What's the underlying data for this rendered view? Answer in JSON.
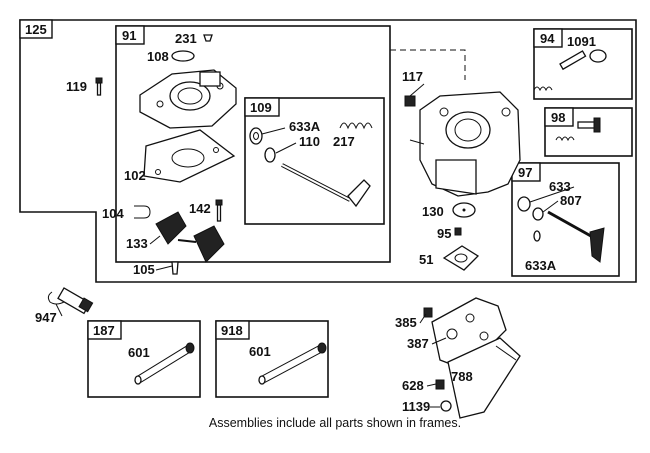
{
  "frames": {
    "f125": "125",
    "f91": "91",
    "f109": "109",
    "f94": "94",
    "f98": "98",
    "f97": "97",
    "f187": "187",
    "f918": "918"
  },
  "parts": {
    "p231": "231",
    "p108": "108",
    "p119": "119",
    "p633a_1": "633A",
    "p110": "110",
    "p217": "217",
    "p102": "102",
    "p104": "104",
    "p142": "142",
    "p133": "133",
    "p105": "105",
    "p117": "117",
    "p1091": "1091",
    "p633": "633",
    "p807": "807",
    "p633a_2": "633A",
    "p130": "130",
    "p95": "95",
    "p51": "51",
    "p947": "947",
    "p601_1": "601",
    "p601_2": "601",
    "p385": "385",
    "p387": "387",
    "p788": "788",
    "p628": "628",
    "p1139": "1139"
  },
  "caption": "Assemblies include all parts shown in frames."
}
